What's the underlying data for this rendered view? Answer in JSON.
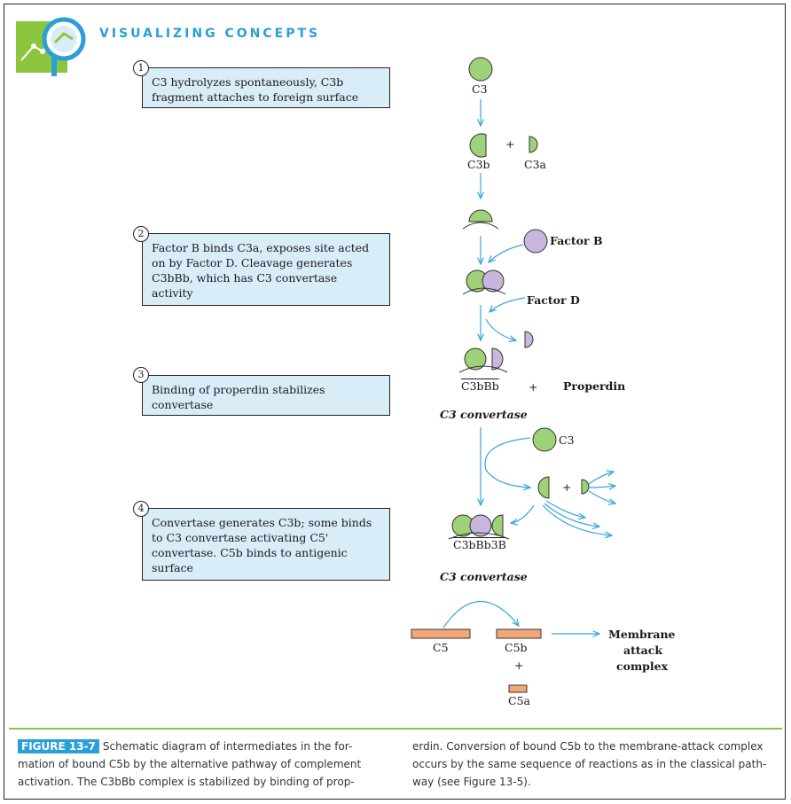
{
  "header": {
    "title": "VISUALIZING CONCEPTS"
  },
  "steps": [
    {
      "num": "1",
      "lines": [
        "C3 hydrolyzes spontaneously, C3b",
        "fragment attaches to foreign surface"
      ]
    },
    {
      "num": "2",
      "lines": [
        "Factor B binds C3a, exposes site acted",
        "on by Factor D. Cleavage generates",
        "C3bBb, which has C3 convertase",
        "activity"
      ]
    },
    {
      "num": "3",
      "lines": [
        "Binding of properdin stabilizes",
        "convertase"
      ]
    },
    {
      "num": "4",
      "lines": [
        "Convertase generates C3b; some binds",
        "to C3 convertase activating C5'",
        "convertase. C5b binds to antigenic",
        "surface"
      ]
    }
  ],
  "diagram": {
    "c3_top": "C3",
    "c3b": "C3b",
    "plus1": "+",
    "c3a": "C3a",
    "factor_b": "Factor B",
    "factor_d": "Factor D",
    "c3bbb": "C3bBb",
    "plus2": "+",
    "properdin": "Properdin",
    "convertase1": "C3 convertase",
    "c3_right": "C3",
    "plus3": "+",
    "c3bbb3b": "C3bBb3B",
    "convertase2": "C3 convertase",
    "c5": "C5",
    "c5b": "C5b",
    "plus4": "+",
    "c5a": "C5a",
    "mac_lines": [
      "Membrane",
      "attack",
      "complex"
    ]
  },
  "caption": {
    "tag": "FIGURE 13-7",
    "left_lines": [
      "Schematic diagram of intermediates in the for-",
      "mation of bound C5b by the alternative pathway of complement",
      "activation. The C3bBb complex is stabilized by binding of prop-"
    ],
    "right_lines": [
      "erdin. Conversion of bound C5b to the membrane-attack complex",
      "occurs by the same sequence of reactions as in the classical path-",
      "way (see Figure 13-5)."
    ]
  },
  "colors": {
    "green": "#9ed178",
    "purple": "#c8b6dc",
    "arrow": "#3aa6dc",
    "box": "#d9edf8",
    "accent": "#2a9fd8",
    "orange": "#f0a878"
  }
}
